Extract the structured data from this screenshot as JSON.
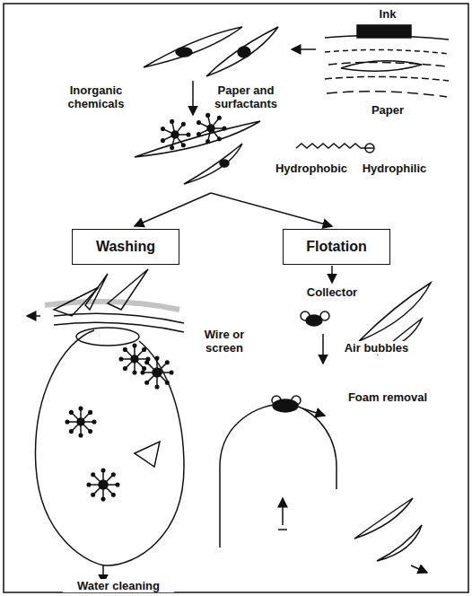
{
  "diagram": {
    "nodes": [
      {
        "text": [
          "Washing"
        ]
      },
      {
        "text": [
          "Flotation"
        ]
      }
    ],
    "labels": [
      "Ink",
      "Paper",
      "Inorganic chemicals",
      "Paper and surfactants",
      "Hydrophobic",
      "Hydrophilic",
      "Collector",
      "Air bubbles",
      "Foam removal",
      "Wire or screen",
      "Water cleaning"
    ]
  }
}
